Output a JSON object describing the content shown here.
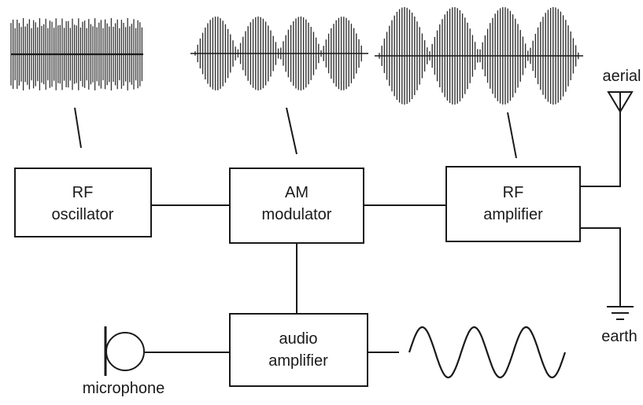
{
  "blocks": {
    "rf_oscillator": {
      "line1": "RF",
      "line2": "oscillator"
    },
    "am_modulator": {
      "line1": "AM",
      "line2": "modulator"
    },
    "rf_amplifier": {
      "line1": "RF",
      "line2": "amplifier"
    },
    "audio_amplifier": {
      "line1": "audio",
      "line2": "amplifier"
    }
  },
  "labels": {
    "aerial": "aerial",
    "earth": "earth",
    "microphone": "microphone"
  },
  "waveforms": {
    "carrier": "carrier-waveform",
    "modulated": "modulated-waveform",
    "amplified": "amplified-modulated-waveform",
    "audio": "audio-sine-waveform"
  },
  "colors": {
    "ink": "#1a1a1a",
    "background": "#ffffff"
  }
}
